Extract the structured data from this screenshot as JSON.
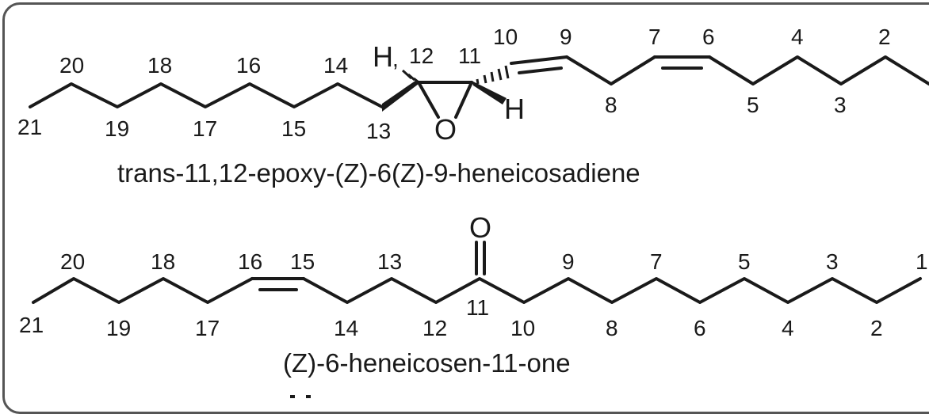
{
  "molecules": [
    {
      "name": "trans-11,12-epoxy-(Z)-6(Z)-9-heneicosadiene",
      "chain_atom_numbers": [
        "21",
        "20",
        "19",
        "18",
        "17",
        "16",
        "15",
        "14",
        "13",
        "12",
        "11",
        "10",
        "9",
        "8",
        "7",
        "6",
        "5",
        "4",
        "3",
        "2"
      ],
      "hetero_atoms": {
        "ring_oxygen": "O",
        "hydrogen_c12": "H",
        "hydrogen_c11": "H"
      },
      "bond_features": [
        "cis double bond C9=C10",
        "cis double bond C6=C7",
        "epoxide ring C11-C12",
        "wedge bond C12-C13",
        "wedge bond C11-H",
        "hashed bond C12-H",
        "hashed bond C11-C10"
      ]
    },
    {
      "name": "(Z)-6-heneicosen-11-one",
      "chain_atom_numbers": [
        "21",
        "20",
        "19",
        "18",
        "17",
        "16",
        "15",
        "14",
        "13",
        "12",
        "11",
        "10",
        "9",
        "8",
        "7",
        "6",
        "5",
        "4",
        "3",
        "2",
        "1"
      ],
      "hetero_atoms": {
        "carbonyl_oxygen": "O"
      },
      "bond_features": [
        "cis double bond C15=C16",
        "carbonyl C11=O"
      ]
    }
  ],
  "colors": {
    "ink": "#1a1a1a",
    "frame": "#555555",
    "background": "#ffffff"
  }
}
